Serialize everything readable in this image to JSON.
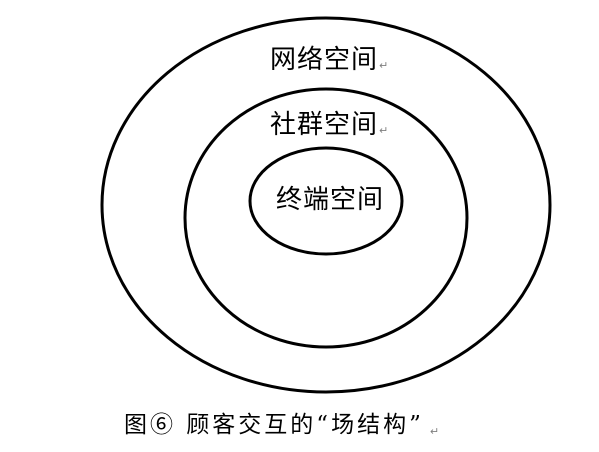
{
  "diagram": {
    "labels": {
      "outer": "网络空间",
      "middle": "社群空间",
      "inner": "终端空间"
    },
    "caption": "图⑥ 顾客交互的“场结构”",
    "paragraph_mark": "↵"
  },
  "colors": {
    "stroke": "#000000",
    "text": "#000000",
    "paragraph_mark": "#7f7f7f",
    "background": "#ffffff"
  }
}
